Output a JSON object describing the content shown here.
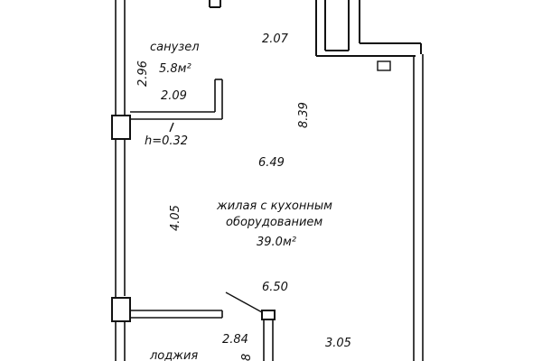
{
  "rooms": {
    "bathroom": {
      "name": "санузел",
      "area": "5.8м²"
    },
    "living": {
      "name_line1": "жилая с кухонным",
      "name_line2": "оборудованием",
      "area": "39.0м²"
    },
    "loggia": {
      "name": "лоджия"
    }
  },
  "dimensions": {
    "d_2_07": "2.07",
    "d_2_96": "2.96",
    "d_2_09": "2.09",
    "d_8_39": "8.39",
    "h_0_32": "h=0.32",
    "d_6_49": "6.49",
    "d_4_05": "4.05",
    "d_6_50": "6.50",
    "d_2_84": "2.84",
    "d_3_05": "3.05",
    "d_partial": "8"
  }
}
